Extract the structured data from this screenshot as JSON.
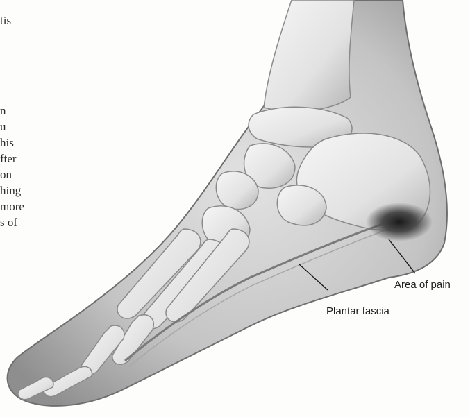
{
  "text_fragments": [
    "tis",
    "n",
    "u",
    "his",
    "fter",
    "on",
    "hing",
    "more",
    "s of"
  ],
  "labels": {
    "area_of_pain": "Area of pain",
    "plantar_fascia": "Plantar fascia"
  }
}
